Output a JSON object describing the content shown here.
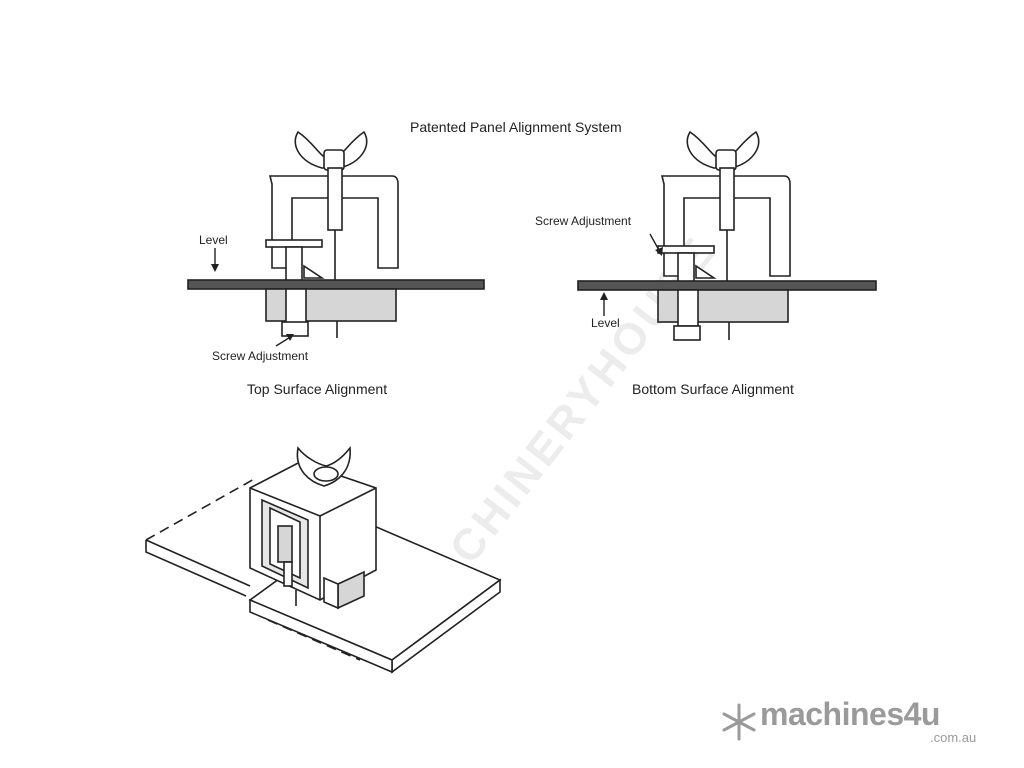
{
  "diagram": {
    "title": "Patented Panel Alignment System",
    "top_surface": {
      "caption": "Top Surface Alignment",
      "level_label": "Level",
      "screw_label": "Screw Adjustment"
    },
    "bottom_surface": {
      "caption": "Bottom Surface Alignment",
      "level_label": "Level",
      "screw_label": "Screw Adjustment"
    }
  },
  "watermark": {
    "text": "MACHINERYHOUSE"
  },
  "logo": {
    "text": "machines4u",
    "sub": ".com.au",
    "color": "#9a9a9a"
  },
  "colors": {
    "line": "#222222",
    "fill": "#ffffff",
    "shade": "#d6d6d6",
    "panel": "#555555"
  }
}
